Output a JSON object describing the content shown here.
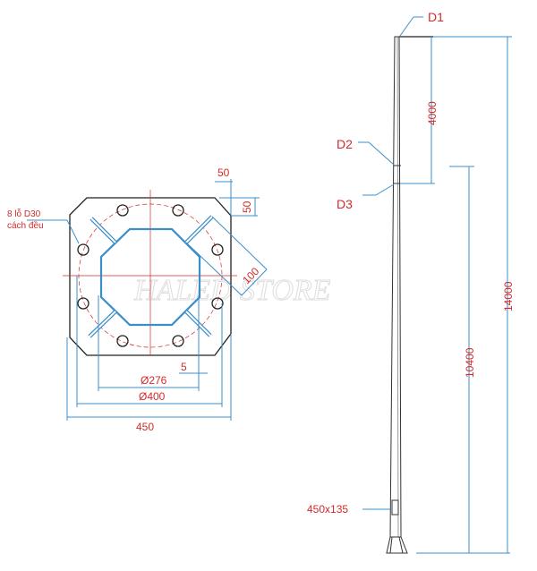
{
  "watermark": "HALED STORE",
  "base_plate": {
    "holes_note_line1": "8 lỗ D30",
    "holes_note_line2": "cách đều",
    "dim_width": "450",
    "dim_bolt_circle": "Ø400",
    "dim_octagon": "Ø276",
    "dim_offset": "5",
    "dim_chamfer_h": "50",
    "dim_chamfer_v": "50",
    "dim_stiffener": "100"
  },
  "pole": {
    "label_d1": "D1",
    "label_d2": "D2",
    "label_d3": "D3",
    "door_label": "450x135",
    "dim_top_section": "4000",
    "dim_lower_section": "10400",
    "dim_total": "14000"
  },
  "colors": {
    "dimension": "#3b8fc9",
    "text": "#d42a2a",
    "outline": "#222222"
  }
}
